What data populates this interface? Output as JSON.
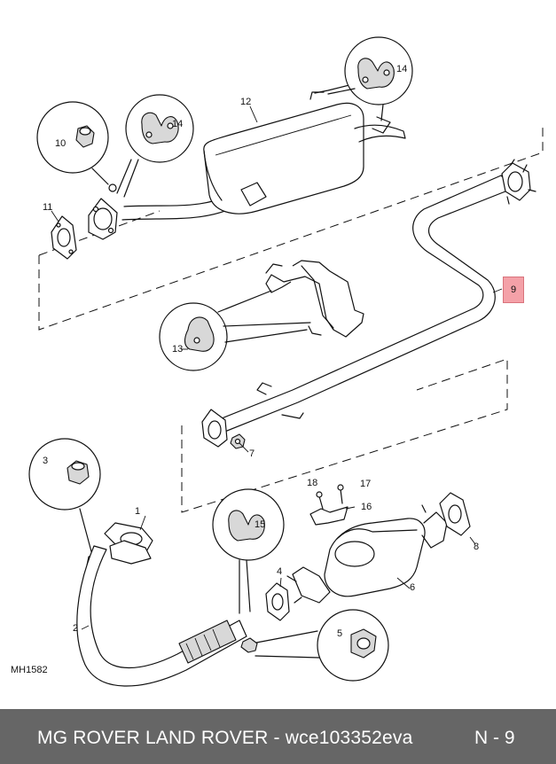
{
  "diagram": {
    "code": "MH1582",
    "highlighted_part": "9",
    "parts": [
      {
        "id": "p1",
        "label": "1"
      },
      {
        "id": "p2",
        "label": "2"
      },
      {
        "id": "p3",
        "label": "3"
      },
      {
        "id": "p4",
        "label": "4"
      },
      {
        "id": "p5",
        "label": "5"
      },
      {
        "id": "p6",
        "label": "6"
      },
      {
        "id": "p7",
        "label": "7"
      },
      {
        "id": "p8",
        "label": "8"
      },
      {
        "id": "p10",
        "label": "10"
      },
      {
        "id": "p11",
        "label": "11"
      },
      {
        "id": "p12",
        "label": "12"
      },
      {
        "id": "p13",
        "label": "13"
      },
      {
        "id": "p14a",
        "label": "14"
      },
      {
        "id": "p14b",
        "label": "14"
      },
      {
        "id": "p15",
        "label": "15"
      },
      {
        "id": "p16",
        "label": "16"
      },
      {
        "id": "p17",
        "label": "17"
      },
      {
        "id": "p18",
        "label": "18"
      }
    ]
  },
  "footer": {
    "title": "MG ROVER LAND ROVER - wce103352eva",
    "page": "N - 9"
  }
}
